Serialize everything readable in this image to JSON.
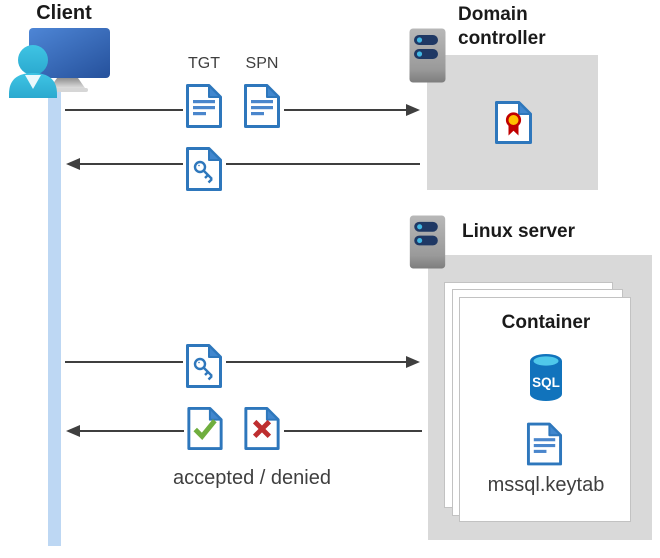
{
  "client": {
    "label": "Client"
  },
  "domain_controller": {
    "label": "Domain controller"
  },
  "linux_server": {
    "label": "Linux server"
  },
  "container": {
    "label": "Container",
    "sql_badge": "SQL",
    "keytab_file": "mssql.keytab"
  },
  "flow": {
    "tgt_label": "TGT",
    "spn_label": "SPN",
    "result_label": "accepted / denied"
  },
  "colors": {
    "doc_blue": "#2E77BC",
    "doc_line_blue": "#4A86CC",
    "box_gray": "#D9D9D9",
    "arrow_gray": "#3F3F3F",
    "lifeline_blue": "#BDD7F3",
    "person_cyan": "#35BCDE",
    "check_green": "#6FAE3E",
    "cross_red": "#BE2E2F",
    "ribbon_red": "#C00000",
    "ribbon_gold": "#FFC000",
    "sql_body_blue": "#1173BC",
    "sql_top_cyan": "#4FC8EA",
    "server_pill_navy": "#1F3864"
  }
}
